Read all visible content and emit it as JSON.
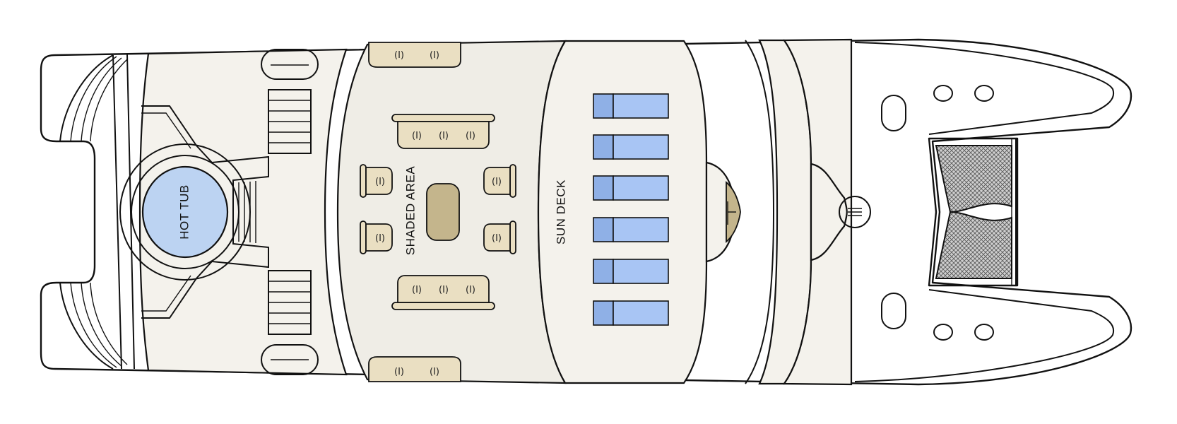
{
  "labels": {
    "hot_tub": "HOT TUB",
    "shaded_area": "SHADED AREA",
    "sun_deck": "SUN DECK"
  },
  "seat_mark": "(I)",
  "colors": {
    "deck_floor": "#efede6",
    "seating": "#eadfc2",
    "table": "#c4b58c",
    "lounger": "#a8c5f4",
    "hot_tub": "#bcd3f2",
    "outline": "#111111"
  }
}
